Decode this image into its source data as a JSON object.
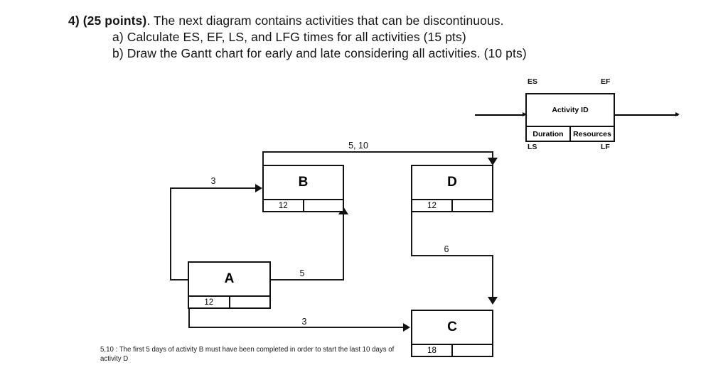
{
  "question": {
    "number": "4)",
    "points": "(25 points)",
    "line1_rest": ". The next diagram contains activities that can be discontinuous.",
    "line2": "a) Calculate ES, EF, LS, and LFG times for all activities (15 pts)",
    "line3": "b) Draw the Gantt chart for early and late considering all activities. (10 pts)"
  },
  "legend": {
    "es": "ES",
    "ef": "EF",
    "ls": "LS",
    "lf": "LF",
    "activity_id": "Activity ID",
    "duration": "Duration",
    "resources": "Resources"
  },
  "diagram": {
    "type": "precedence-network",
    "nodes": [
      {
        "id": "B",
        "label": "B",
        "duration": "12",
        "resources": ""
      },
      {
        "id": "D",
        "label": "D",
        "duration": "12",
        "resources": ""
      },
      {
        "id": "A",
        "label": "A",
        "duration": "12",
        "resources": ""
      },
      {
        "id": "C",
        "label": "C",
        "duration": "18",
        "resources": ""
      }
    ],
    "edges": [
      {
        "from": "A",
        "to": "B",
        "label": "3"
      },
      {
        "from": "A",
        "to": "B",
        "label": "5"
      },
      {
        "from": "A",
        "to": "C",
        "label": "3"
      },
      {
        "from": "B",
        "to": "D",
        "label": "5, 10"
      },
      {
        "from": "D",
        "to": "C",
        "label": "6"
      }
    ]
  },
  "footnote": {
    "text": "5,10 : The first 5 days of activity B must have been completed in order to start the last 10 days of activity D"
  },
  "colors": {
    "ink": "#111111",
    "background": "#ffffff"
  }
}
